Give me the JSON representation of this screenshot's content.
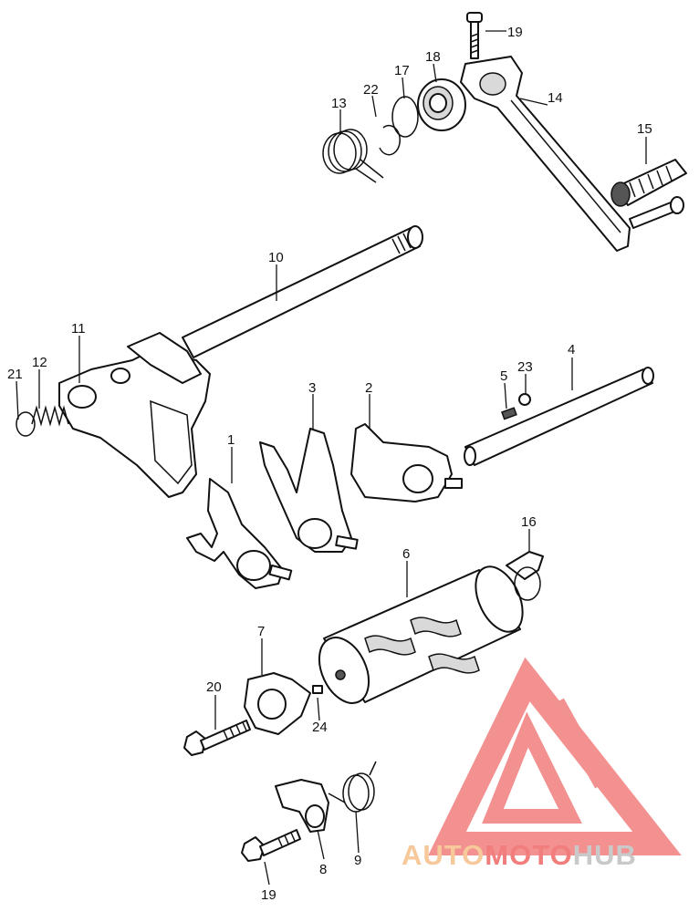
{
  "callouts": {
    "p1": "1",
    "p2": "2",
    "p3": "3",
    "p4": "4",
    "p5": "5",
    "p6": "6",
    "p7": "7",
    "p8": "8",
    "p9": "9",
    "p10": "10",
    "p11": "11",
    "p12": "12",
    "p13": "13",
    "p14": "14",
    "p15": "15",
    "p16": "16",
    "p17": "17",
    "p18": "18",
    "p19a": "19",
    "p19b": "19",
    "p20": "20",
    "p21": "21",
    "p22": "22",
    "p23": "23",
    "p24": "24"
  },
  "watermark": {
    "text_part1": "AUTO",
    "text_part2": "MOTO",
    "text_part3": "HUB",
    "color_part1": "#f6c89a",
    "color_part2": "#f27d7d",
    "color_part3": "#c9c9c9",
    "logo_color": "#f27d7d"
  }
}
